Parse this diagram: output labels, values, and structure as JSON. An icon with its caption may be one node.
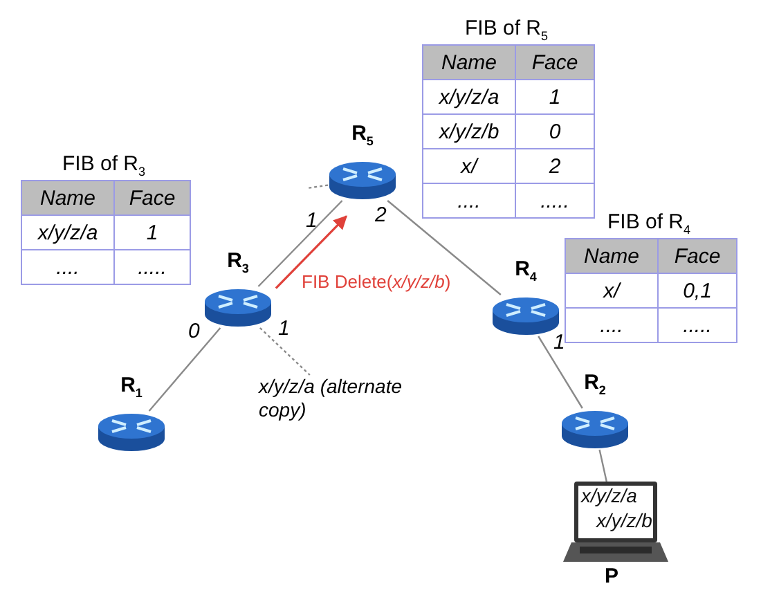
{
  "diagram": {
    "nodes": [
      {
        "text": [
          "R$_{5}$"
        ]
      },
      {
        "text": [
          "R$_{3}$"
        ]
      },
      {
        "text": [
          "R$_{4}$"
        ]
      },
      {
        "text": [
          "R$_{1}$"
        ]
      },
      {
        "text": [
          "R$_{2}$"
        ]
      },
      {
        "text": [
          "x/y/z/a",
          "x/y/z/b",
          "P"
        ]
      },
      {
        "text": [
          "x/y/z/a (alternate copy)"
        ]
      }
    ],
    "edges": [
      {
        "from": 3,
        "to": 1,
        "arrow": "none"
      },
      {
        "from": 1,
        "to": 0,
        "arrow": "none"
      },
      {
        "from": 0,
        "to": 2,
        "arrow": "none"
      },
      {
        "from": 2,
        "to": 4,
        "arrow": "none"
      },
      {
        "from": 4,
        "to": 5,
        "arrow": "none"
      },
      {
        "from": 1,
        "to": 0,
        "arrow": "to",
        "label": "FIB Delete(*x/y/z/b*)",
        "color": "#e0413a"
      },
      {
        "from": 1,
        "to": 6,
        "arrow": "none",
        "style": "dashed"
      },
      {
        "from": 0,
        "to": null,
        "arrow": "none",
        "style": "dashed"
      }
    ],
    "labels": [
      "FIB of R$_{5}$",
      "Name",
      "Face",
      "x/y/z/a",
      "1",
      "x/y/z/b",
      "0",
      "x/",
      "2",
      "....",
      ".....",
      "FIB of R$_{3}$",
      "Name",
      "Face",
      "x/y/z/a",
      "1",
      "....",
      ".....",
      "1",
      "2",
      "FIB of R$_{4}$",
      "Name",
      "Face",
      "x/",
      "0,1",
      "....",
      ".....",
      "0",
      "1",
      "1"
    ]
  }
}
